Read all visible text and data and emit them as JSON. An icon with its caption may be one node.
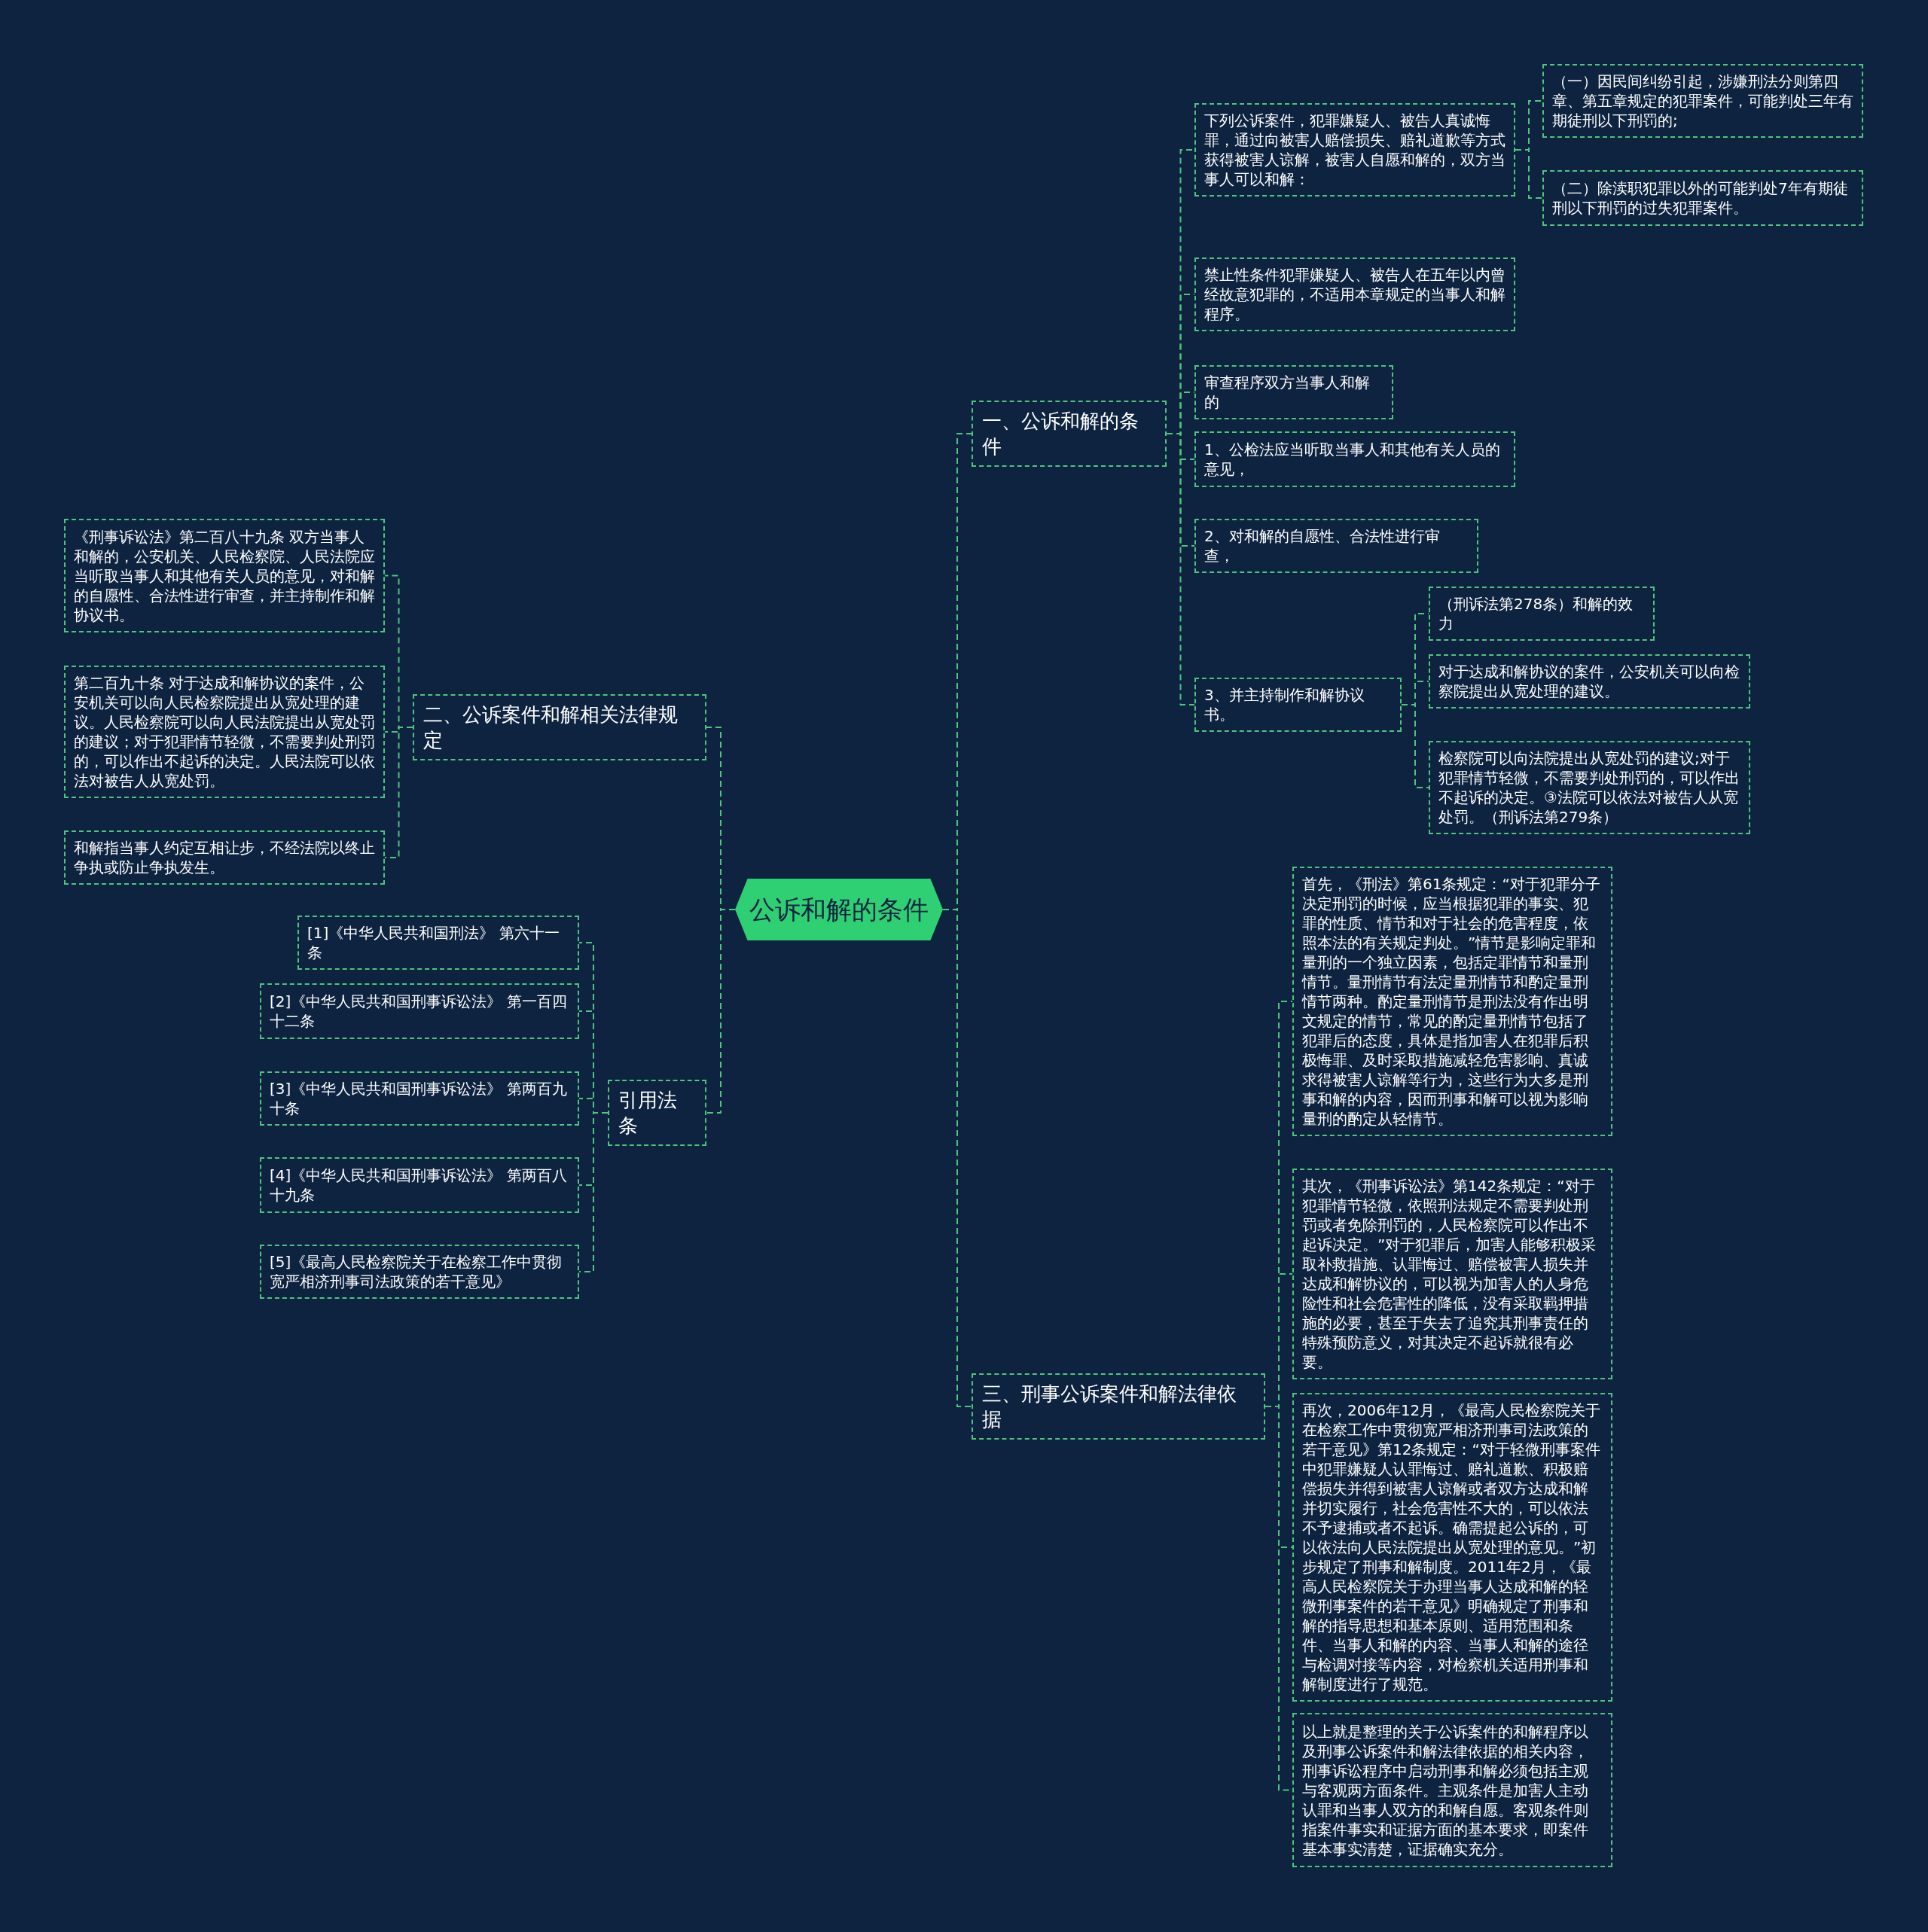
{
  "diagram": {
    "nodes": [
      {
        "text": [
          "公诉和解的条件"
        ]
      },
      {
        "text": [
          "一、公诉和解的条件"
        ]
      },
      {
        "text": [
          "下列公诉案件，犯罪嫌疑人、被告人真诚悔罪，通过向被害人赔偿损失、赔礼道歉等方式获得被害人谅解，被害人自愿和解的，双方当事人可以和解："
        ]
      },
      {
        "text": [
          "（一）因民间纠纷引起，涉嫌刑法分则第四章、第五章规定的犯罪案件，可能判处三年有期徒刑以下刑罚的;"
        ]
      },
      {
        "text": [
          "（二）除渎职犯罪以外的可能判处7年有期徒刑以下刑罚的过失犯罪案件。"
        ]
      },
      {
        "text": [
          "禁止性条件犯罪嫌疑人、被告人在五年以内曾经故意犯罪的，不适用本章规定的当事人和解程序。"
        ]
      },
      {
        "text": [
          "审查程序双方当事人和解的"
        ]
      },
      {
        "text": [
          "1、公检法应当听取当事人和其他有关人员的意见，"
        ]
      },
      {
        "text": [
          "2、对和解的自愿性、合法性进行审查，"
        ]
      },
      {
        "text": [
          "3、并主持制作和解协议书。"
        ]
      },
      {
        "text": [
          "（刑诉法第278条）和解的效力"
        ]
      },
      {
        "text": [
          "对于达成和解协议的案件，公安机关可以向检察院提出从宽处理的建议。"
        ]
      },
      {
        "text": [
          "检察院可以向法院提出从宽处罚的建议;对于犯罪情节轻微，不需要判处刑罚的，可以作出不起诉的决定。③法院可以依法对被告人从宽处罚。（刑诉法第279条）"
        ]
      },
      {
        "text": [
          "二、公诉案件和解相关法律规定"
        ]
      },
      {
        "text": [
          "《刑事诉讼法》第二百八十九条 双方当事人和解的，公安机关、人民检察院、人民法院应当听取当事人和其他有关人员的意见，对和解的自愿性、合法性进行审查，并主持制作和解协议书。"
        ]
      },
      {
        "text": [
          "第二百九十条 对于达成和解协议的案件，公安机关可以向人民检察院提出从宽处理的建议。人民检察院可以向人民法院提出从宽处罚的建议；对于犯罪情节轻微，不需要判处刑罚的，可以作出不起诉的决定。人民法院可以依法对被告人从宽处罚。"
        ]
      },
      {
        "text": [
          "和解指当事人约定互相让步，不经法院以终止争执或防止争执发生。"
        ]
      },
      {
        "text": [
          "引用法条"
        ]
      },
      {
        "text": [
          "[1]《中华人民共和国刑法》 第六十一条"
        ]
      },
      {
        "text": [
          "[2]《中华人民共和国刑事诉讼法》 第一百四十二条"
        ]
      },
      {
        "text": [
          "[3]《中华人民共和国刑事诉讼法》 第两百九十条"
        ]
      },
      {
        "text": [
          "[4]《中华人民共和国刑事诉讼法》 第两百八十九条"
        ]
      },
      {
        "text": [
          "[5]《最高人民检察院关于在检察工作中贯彻宽严相济刑事司法政策的若干意见》"
        ]
      },
      {
        "text": [
          "三、刑事公诉案件和解法律依据"
        ]
      },
      {
        "text": [
          "首先，《刑法》第61条规定：“对于犯罪分子决定刑罚的时候，应当根据犯罪的事实、犯罪的性质、情节和对于社会的危害程度，依照本法的有关规定判处。”情节是影响定罪和量刑的一个独立因素，包括定罪情节和量刑情节。量刑情节有法定量刑情节和酌定量刑情节两种。酌定量刑情节是刑法没有作出明文规定的情节，常见的酌定量刑情节包括了犯罪后的态度，具体是指加害人在犯罪后积极悔罪、及时采取措施减轻危害影响、真诚求得被害人谅解等行为，这些行为大多是刑事和解的内容，因而刑事和解可以视为影响量刑的酌定从轻情节。"
        ]
      },
      {
        "text": [
          "其次，《刑事诉讼法》第142条规定：“对于犯罪情节轻微，依照刑法规定不需要判处刑罚或者免除刑罚的，人民检察院可以作出不起诉决定。”对于犯罪后，加害人能够积极采取补救措施、认罪悔过、赔偿被害人损失并达成和解协议的，可以视为加害人的人身危险性和社会危害性的降低，没有采取羁押措施的必要，甚至于失去了追究其刑事责任的特殊预防意义，对其决定不起诉就很有必要。"
        ]
      },
      {
        "text": [
          "再次，2006年12月，《最高人民检察院关于在检察工作中贯彻宽严相济刑事司法政策的若干意见》第12条规定：“对于轻微刑事案件中犯罪嫌疑人认罪悔过、赔礼道歉、积极赔偿损失并得到被害人谅解或者双方达成和解并切实履行，社会危害性不大的，可以依法不予逮捕或者不起诉。确需提起公诉的，可以依法向人民法院提出从宽处理的意见。”初步规定了刑事和解制度。2011年2月，《最高人民检察院关于办理当事人达成和解的轻微刑事案件的若干意见》明确规定了刑事和解的指导思想和基本原则、适用范围和条件、当事人和解的内容、当事人和解的途径与检调对接等内容，对检察机关适用刑事和解制度进行了规范。"
        ]
      },
      {
        "text": [
          "以上就是整理的关于公诉案件的和解程序以及刑事公诉案件和解法律依据的相关内容，刑事诉讼程序中启动刑事和解必须包括主观与客观两方面条件。主观条件是加害人主动认罪和当事人双方的和解自愿。客观条件则指案件事实和证据方面的基本要求，即案件基本事实清楚，证据确实充分。"
        ]
      }
    ],
    "edges": [
      {
        "from": 0,
        "to": 1,
        "arrow": "none"
      },
      {
        "from": 1,
        "to": 2,
        "arrow": "none"
      },
      {
        "from": 2,
        "to": 3,
        "arrow": "none"
      },
      {
        "from": 2,
        "to": 4,
        "arrow": "none"
      },
      {
        "from": 1,
        "to": 5,
        "arrow": "none"
      },
      {
        "from": 1,
        "to": 6,
        "arrow": "none"
      },
      {
        "from": 1,
        "to": 7,
        "arrow": "none"
      },
      {
        "from": 1,
        "to": 8,
        "arrow": "none"
      },
      {
        "from": 1,
        "to": 9,
        "arrow": "none"
      },
      {
        "from": 9,
        "to": 10,
        "arrow": "none"
      },
      {
        "from": 9,
        "to": 11,
        "arrow": "none"
      },
      {
        "from": 9,
        "to": 12,
        "arrow": "none"
      },
      {
        "from": 0,
        "to": 13,
        "arrow": "none"
      },
      {
        "from": 13,
        "to": 14,
        "arrow": "none"
      },
      {
        "from": 13,
        "to": 15,
        "arrow": "none"
      },
      {
        "from": 13,
        "to": 16,
        "arrow": "none"
      },
      {
        "from": 0,
        "to": 17,
        "arrow": "none"
      },
      {
        "from": 17,
        "to": 18,
        "arrow": "none"
      },
      {
        "from": 17,
        "to": 19,
        "arrow": "none"
      },
      {
        "from": 17,
        "to": 20,
        "arrow": "none"
      },
      {
        "from": 17,
        "to": 21,
        "arrow": "none"
      },
      {
        "from": 17,
        "to": 22,
        "arrow": "none"
      },
      {
        "from": 0,
        "to": 23,
        "arrow": "none"
      },
      {
        "from": 23,
        "to": 24,
        "arrow": "none"
      },
      {
        "from": 23,
        "to": 25,
        "arrow": "none"
      },
      {
        "from": 23,
        "to": 26,
        "arrow": "none"
      },
      {
        "from": 23,
        "to": 27,
        "arrow": "none"
      }
    ]
  }
}
